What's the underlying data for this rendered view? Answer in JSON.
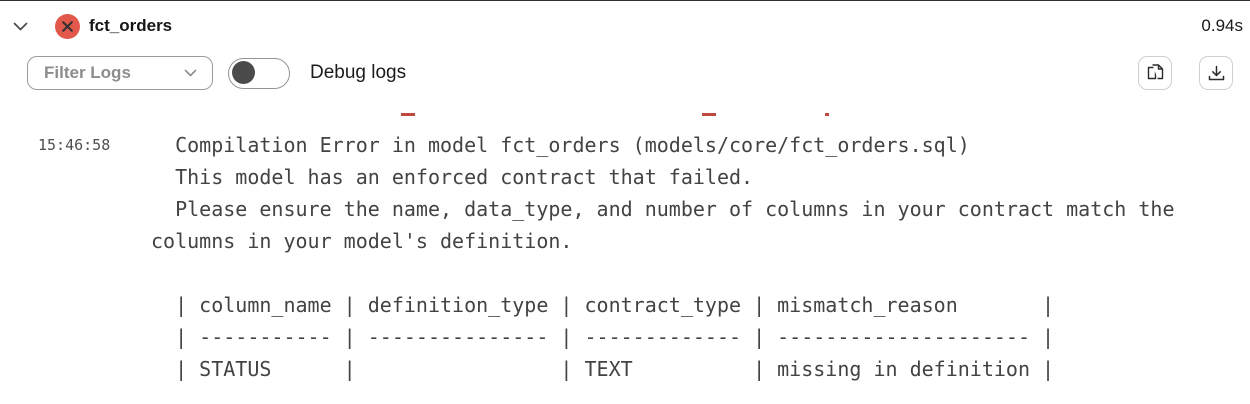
{
  "colors": {
    "error_red": "#e2584a",
    "clipped_red_text": "#c04a40",
    "border_gray": "#9b9b9b",
    "text_dark": "#1c1c1c",
    "log_text": "#434343"
  },
  "header": {
    "collapse_icon": "chevron-down-icon",
    "status_icon": "error-x-circle-icon",
    "title": "fct_orders",
    "duration": "0.94s"
  },
  "toolbar": {
    "filter_dropdown": {
      "label": "Filter Logs",
      "icon": "chevron-down-icon"
    },
    "debug_toggle": {
      "label": "Debug logs",
      "state": "off"
    },
    "copy_button_icon": "copy-icon",
    "download_button_icon": "download-icon"
  },
  "log": {
    "timestamp": "15:46:58",
    "message": "  Compilation Error in model fct_orders (models/core/fct_orders.sql)\n  This model has an enforced contract that failed.\n  Please ensure the name, data_type, and number of columns in your contract match the columns in your model's definition.\n\n  | column_name | definition_type | contract_type | mismatch_reason       |\n  | ----------- | --------------- | ------------- | --------------------- |\n  | STATUS      |                 | TEXT          | missing in definition |",
    "contract_table": {
      "columns": [
        "column_name",
        "definition_type",
        "contract_type",
        "mismatch_reason"
      ],
      "rows": [
        {
          "column_name": "STATUS",
          "definition_type": "",
          "contract_type": "TEXT",
          "mismatch_reason": "missing in definition"
        }
      ]
    }
  }
}
